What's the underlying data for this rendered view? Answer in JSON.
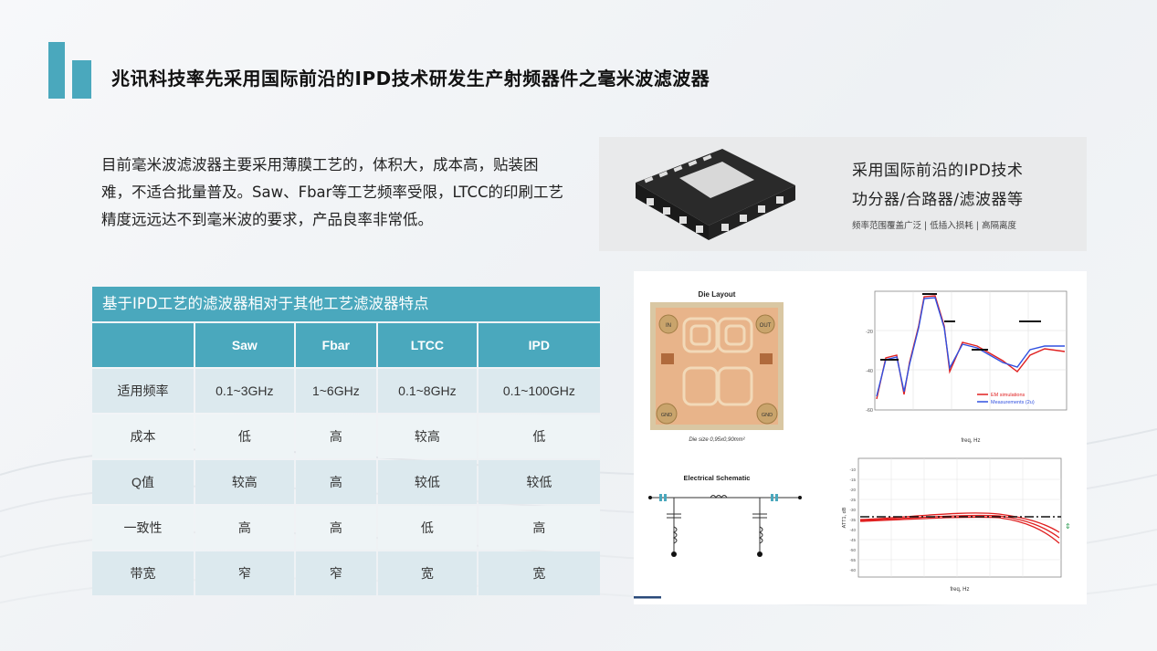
{
  "page": {
    "title": "兆讯科技率先采用国际前沿的IPD技术研发生产射频器件之毫米波滤波器"
  },
  "intro": {
    "text": "目前毫米波滤波器主要采用薄膜工艺的，体积大，成本高，贴装困难，不适合批量普及。Saw、Fbar等工艺频率受限，LTCC的印刷工艺精度远远达不到毫米波的要求，产品良率非常低。"
  },
  "product": {
    "line1": "采用国际前沿的IPD技术",
    "line2": "功分器/合路器/滤波器等",
    "tags": "频率范围覆盖广泛  |  低插入损耗  |  高隔离度"
  },
  "table": {
    "title": "基于IPD工艺的滤波器相对于其他工艺滤波器特点",
    "headers": [
      "",
      "Saw",
      "Fbar",
      "LTCC",
      "IPD"
    ],
    "rows": [
      [
        "适用频率",
        "0.1~3GHz",
        "1~6GHz",
        "0.1~8GHz",
        "0.1~100GHz"
      ],
      [
        "成本",
        "低",
        "高",
        "较高",
        "低"
      ],
      [
        "Q值",
        "较高",
        "高",
        "较低",
        "较低"
      ],
      [
        "一致性",
        "高",
        "高",
        "低",
        "高"
      ],
      [
        "带宽",
        "窄",
        "窄",
        "宽",
        "宽"
      ]
    ]
  },
  "figures": {
    "die_layout_title": "Die Layout",
    "die_in": "IN",
    "die_out": "OUT",
    "die_gnd": "GND",
    "die_size": "Die size 0,95x0,90mm²",
    "schematic_title": "Electrical Schematic",
    "plot1_legend_sim": "EM simulations",
    "plot1_legend_meas": "Measurements (2u)",
    "plot1_xlabel": "freq, Hz",
    "plot1_yticks": [
      "-20",
      "-40",
      "-60"
    ],
    "plot2_xlabel": "freq, Hz",
    "plot2_ylabel": "ATT1, dB",
    "plot2_yticks": [
      "-10",
      "-15",
      "-20",
      "-25",
      "-30",
      "-35",
      "-40",
      "-45",
      "-50",
      "-55",
      "-60"
    ],
    "colors": {
      "sim": "#e02020",
      "meas": "#3050e0",
      "accent": "#4aa8bd"
    }
  }
}
